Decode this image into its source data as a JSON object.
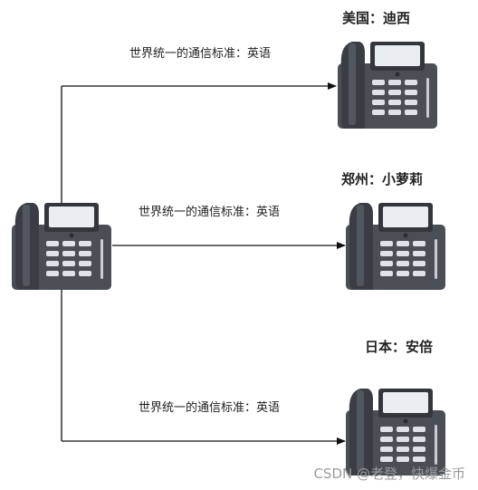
{
  "protocol_labels": [
    "世界统一的通信标准：英语",
    "世界统一的通信标准：英语",
    "世界统一的通信标准：英语"
  ],
  "receivers": [
    "美国：迪西",
    "郑州：小萝莉",
    "日本：安倍"
  ],
  "watermark": "CSDN @老登，快爆金币",
  "colors": {
    "phone_body": "#4a4f56",
    "phone_dark": "#3a3e44",
    "screen": "#e9eef2",
    "key": "#dfe3e7",
    "arrow": "#111111"
  },
  "icons": [
    "telephone-icon"
  ]
}
